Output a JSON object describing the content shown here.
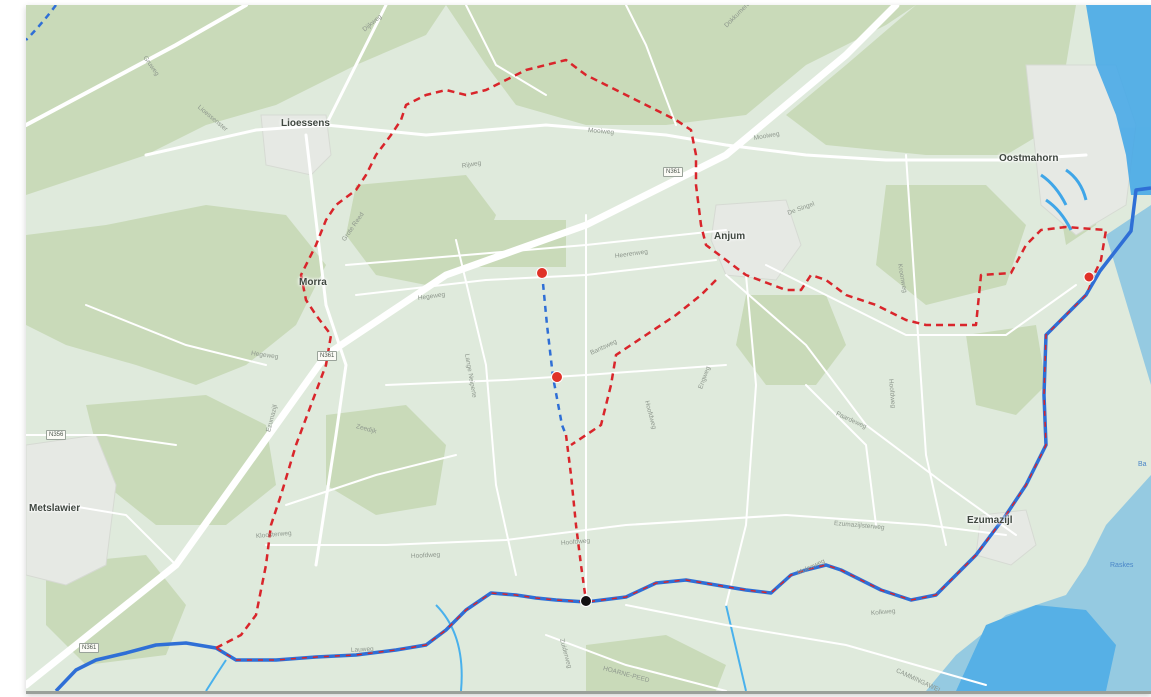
{
  "map": {
    "colors": {
      "background": "#dfeadc",
      "forest": "#c9dab9",
      "water": "#3fa6e8",
      "roads": "#ffffff",
      "route_red_dashed": "#d9252b",
      "route_blue": "#2f6fd6",
      "route_blue_dashed": "#2f6fd6",
      "marker_red": "#e03228",
      "marker_black": "#111111"
    },
    "towns": {
      "lioessens": "Lioessens",
      "morra": "Morra",
      "anjum": "Anjum",
      "oostmahorn": "Oostmahorn",
      "metslawier": "Metslawier",
      "ezumazijl": "Ezumazijl"
    },
    "streets": {
      "s1": "Gruweg",
      "s2": "Dijkweg",
      "s3": "Lioessenster",
      "s4": "Rijweg",
      "s5": "Mooiweg",
      "s6": "Mooiweg",
      "s7": "De Singel",
      "s8": "Heerenweg",
      "s9": "Hegeweg",
      "s10": "Hegeweg",
      "s11": "Grote Reed",
      "s12": "Bantsweg",
      "s13": "Lange Neiperte",
      "s14": "Hoofdweg",
      "s15": "Kloosterweg",
      "s16": "Hoofdweg",
      "s17": "Hoofdweg",
      "s18": "Engweg",
      "s19": "Ezumazijlsterweg",
      "s20": "Paardeweg",
      "s21": "Kroonweg",
      "s22": "Hoofdweg",
      "s23": "Kolkweg",
      "s24": "Molenweg",
      "s25": "HOARNE-PEED",
      "s26": "CAMMINGAWEI",
      "s27": "Lauweg",
      "s28": "Zuiderweg",
      "s29": "Ezumazijl",
      "s30": "Zeedijk",
      "s31": "Dokkumerweg"
    },
    "shields": {
      "n361a": "N361",
      "n361b": "N361",
      "n356": "N356",
      "n361c": "N361"
    },
    "water_labels": {
      "w1": "Raskes",
      "w2": "Ba"
    }
  }
}
